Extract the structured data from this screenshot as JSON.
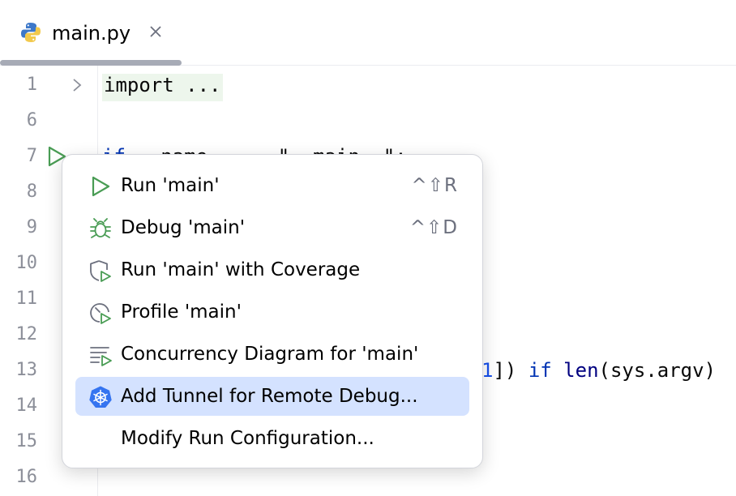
{
  "tab": {
    "title": "main.py"
  },
  "line_numbers": [
    "1",
    "6",
    "7",
    "8",
    "9",
    "10",
    "11",
    "12",
    "13",
    "14",
    "15",
    "16"
  ],
  "code": {
    "line1": "import ...",
    "line7_kw": "if",
    "line7_rest": " __name__ == \"__main__\":",
    "line13_num": "1",
    "line13_a": "]) ",
    "line13_kw": "if",
    "line13_fn": "len",
    "line13_b": "(sys.argv)"
  },
  "menu": {
    "items": [
      {
        "label": "Run 'main'",
        "shortcut": "^⇧R",
        "icon": "run-icon"
      },
      {
        "label": "Debug 'main'",
        "shortcut": "^⇧D",
        "icon": "debug-icon"
      },
      {
        "label": "Run 'main' with Coverage",
        "shortcut": "",
        "icon": "coverage-icon"
      },
      {
        "label": "Profile 'main'",
        "shortcut": "",
        "icon": "profile-icon"
      },
      {
        "label": "Concurrency Diagram for 'main'",
        "shortcut": "",
        "icon": "concurrency-icon"
      },
      {
        "label": "Add Tunnel for Remote Debug...",
        "shortcut": "",
        "icon": "kubernetes-icon",
        "selected": true
      },
      {
        "label": "Modify Run Configuration...",
        "shortcut": "",
        "icon": ""
      }
    ]
  },
  "colors": {
    "run_green": "#499c54",
    "selection": "#d4e2ff",
    "keyword": "#0033b3",
    "kubernetes": "#3574f0"
  }
}
